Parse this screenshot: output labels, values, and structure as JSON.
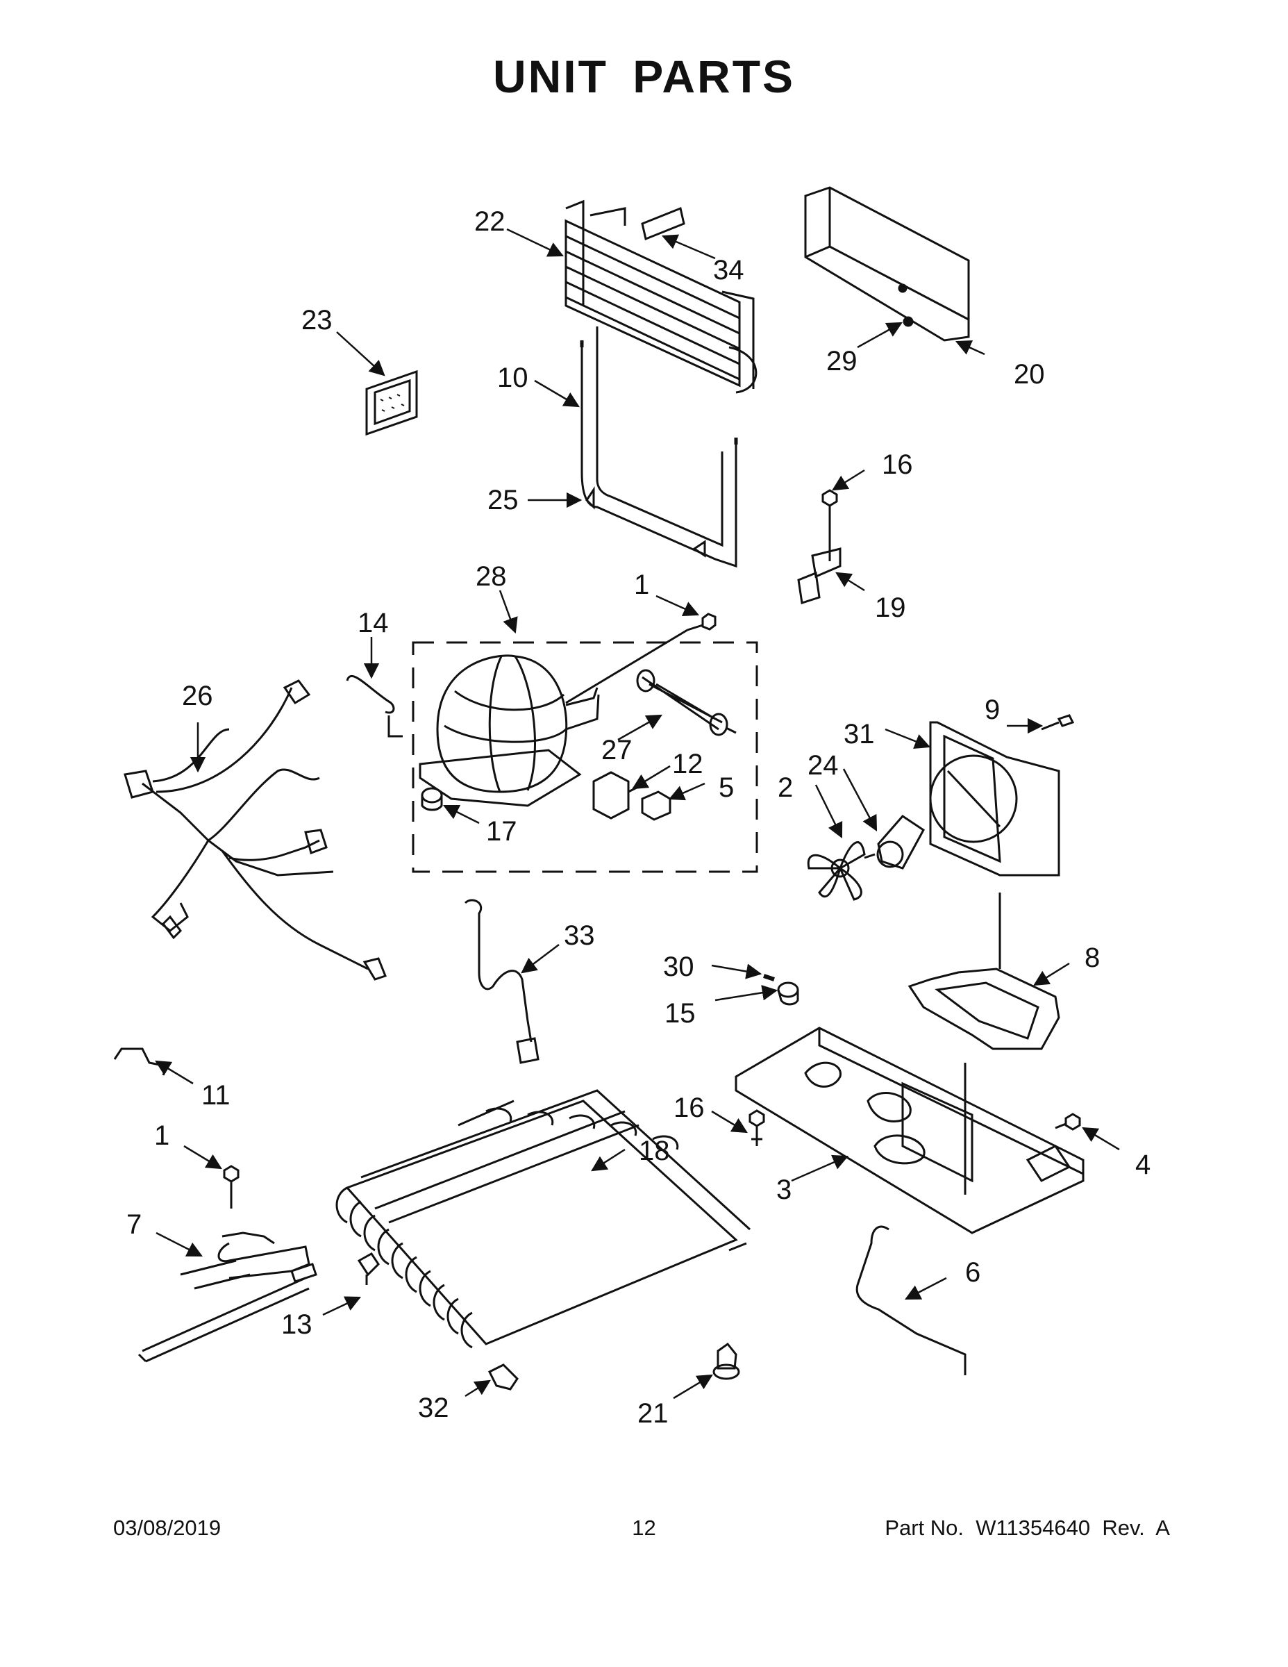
{
  "title": "UNIT PARTS",
  "callouts": [
    {
      "id": "c22",
      "label": "22"
    },
    {
      "id": "c34",
      "label": "34"
    },
    {
      "id": "c23",
      "label": "23"
    },
    {
      "id": "c10",
      "label": "10"
    },
    {
      "id": "c29",
      "label": "29"
    },
    {
      "id": "c20",
      "label": "20"
    },
    {
      "id": "c16a",
      "label": "16"
    },
    {
      "id": "c25",
      "label": "25"
    },
    {
      "id": "c19",
      "label": "19"
    },
    {
      "id": "c28",
      "label": "28"
    },
    {
      "id": "c1a",
      "label": "1"
    },
    {
      "id": "c14",
      "label": "14"
    },
    {
      "id": "c26",
      "label": "26"
    },
    {
      "id": "c27",
      "label": "27"
    },
    {
      "id": "c12",
      "label": "12"
    },
    {
      "id": "c5",
      "label": "5"
    },
    {
      "id": "c9",
      "label": "9"
    },
    {
      "id": "c31",
      "label": "31"
    },
    {
      "id": "c24",
      "label": "24"
    },
    {
      "id": "c2",
      "label": "2"
    },
    {
      "id": "c17",
      "label": "17"
    },
    {
      "id": "c33",
      "label": "33"
    },
    {
      "id": "c30",
      "label": "30"
    },
    {
      "id": "c15",
      "label": "15"
    },
    {
      "id": "c8",
      "label": "8"
    },
    {
      "id": "c11",
      "label": "11"
    },
    {
      "id": "c16b",
      "label": "16"
    },
    {
      "id": "c18",
      "label": "18"
    },
    {
      "id": "c4",
      "label": "4"
    },
    {
      "id": "c1b",
      "label": "1"
    },
    {
      "id": "c3",
      "label": "3"
    },
    {
      "id": "c7",
      "label": "7"
    },
    {
      "id": "c6",
      "label": "6"
    },
    {
      "id": "c13",
      "label": "13"
    },
    {
      "id": "c32",
      "label": "32"
    },
    {
      "id": "c21",
      "label": "21"
    }
  ],
  "footer": {
    "date": "03/08/2019",
    "page": "12",
    "part_no": "Part No.  W11354640  Rev.  A"
  }
}
